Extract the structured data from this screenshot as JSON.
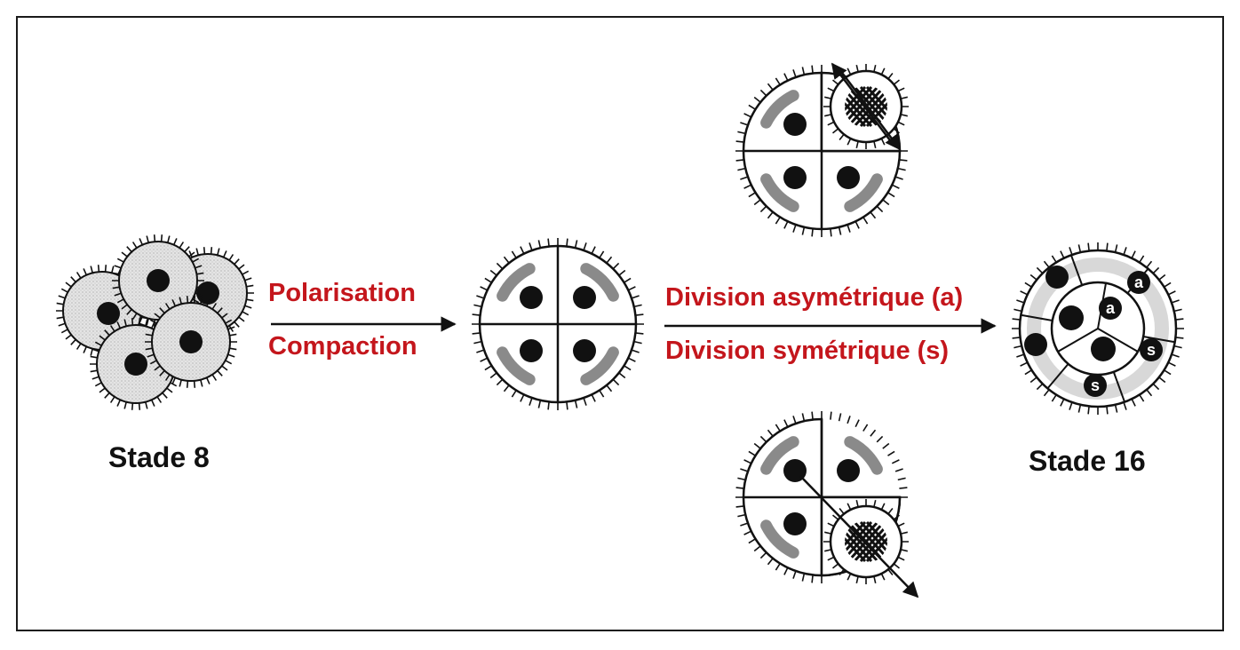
{
  "labels": {
    "polarisation": "Polarisation",
    "compaction": "Compaction",
    "division_asym": "Division asymétrique (a)",
    "division_sym": "Division symétrique (s)",
    "stage_8": "Stade 8",
    "stage_16": "Stade 16"
  },
  "cell_markers": {
    "asymmetric": "a",
    "symmetric": "s"
  },
  "colors": {
    "text_red": "#c4161c",
    "cell_fill": "#e2e2e2",
    "apical_gray": "#8a8a8a",
    "ink": "#111111"
  }
}
